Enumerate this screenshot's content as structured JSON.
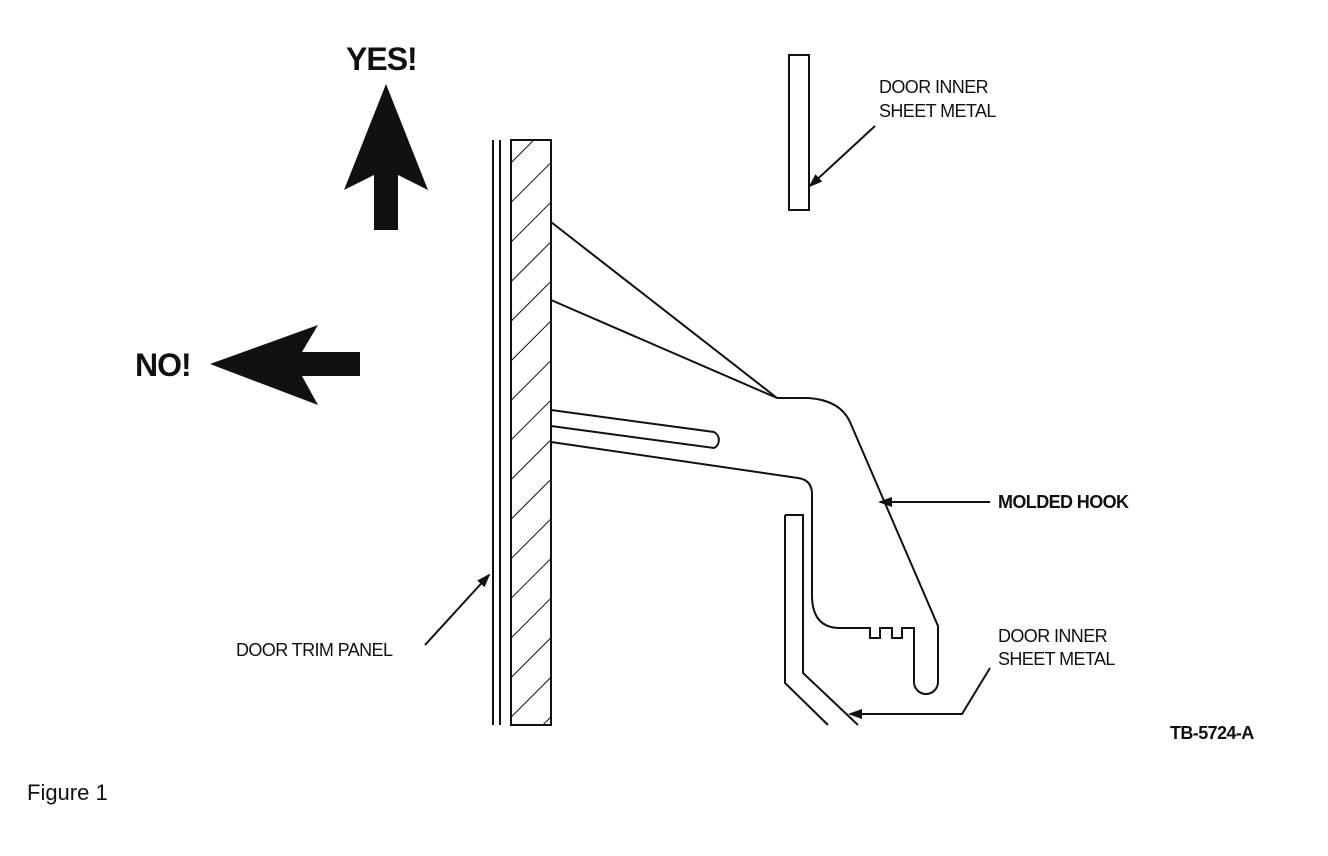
{
  "labels": {
    "yes": "YES!",
    "no": "NO!",
    "door_inner_top_1": "DOOR INNER",
    "door_inner_top_2": "SHEET METAL",
    "molded_hook": "MOLDED HOOK",
    "door_inner_bottom_1": "DOOR INNER",
    "door_inner_bottom_2": "SHEET METAL",
    "door_trim_panel": "DOOR TRIM PANEL",
    "reference_code": "TB-5724-A",
    "figure_caption": "Figure 1"
  },
  "colors": {
    "line": "#111111",
    "background": "#ffffff"
  }
}
